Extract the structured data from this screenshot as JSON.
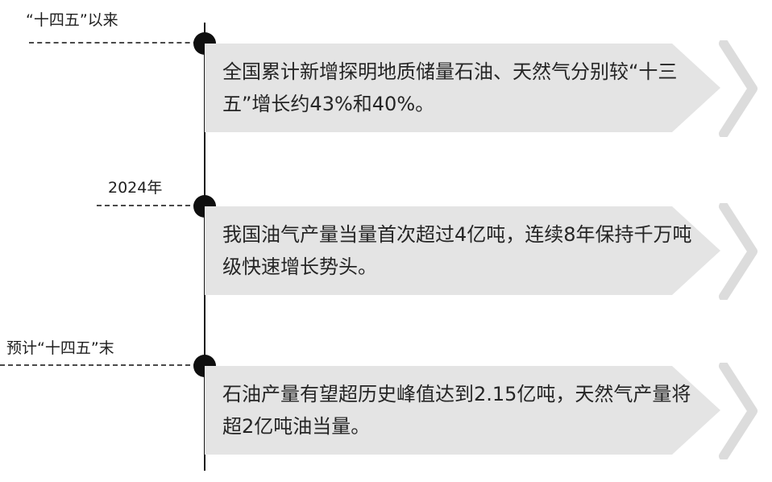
{
  "accent_colors": {
    "line": "#1a1a1a",
    "card_fill": "#e4e4e4",
    "chevron": "#dcdcdc"
  },
  "timeline": {
    "milestones": [
      {
        "label": "“十四五”以来",
        "text": "全国累计新增探明地质储量石油、天然气分别较“十三五”增长约43%和40%。"
      },
      {
        "label": "2024年",
        "text": "我国油气产量当量首次超过4亿吨，连续8年保持千万吨级快速增长势头。"
      },
      {
        "label": "预计“十四五”末",
        "text": "石油产量有望超历史峰值达到2.15亿吨，天然气产量将超2亿吨油当量。"
      }
    ]
  }
}
